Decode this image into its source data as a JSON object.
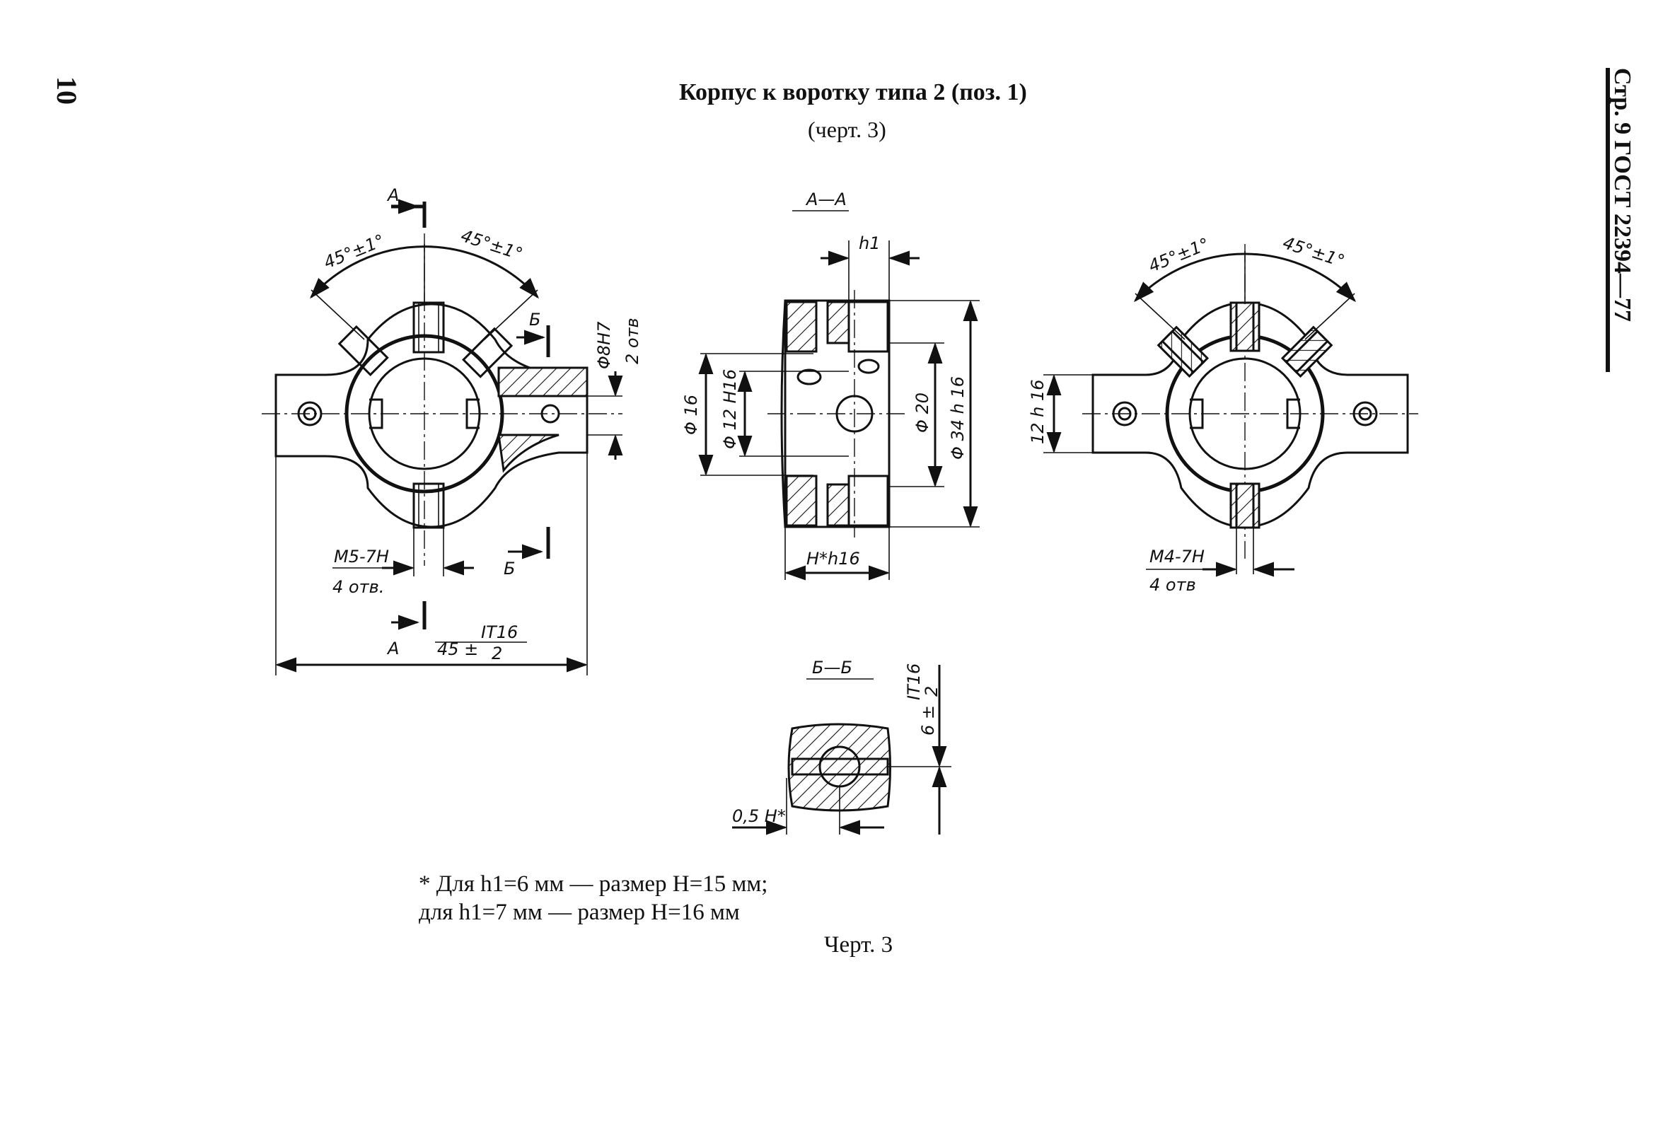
{
  "page": {
    "number": "10",
    "title": "Корпус  к воротку типа 2 (поз. 1)",
    "subtitle": "(черт. 3)",
    "side_header": "Стр. 9 ГОСТ 22394—77"
  },
  "labels": {
    "section_a": "А",
    "section_b": "Б",
    "section_aa": "А—А",
    "section_bb": "Б—Б",
    "angle": "45°±1°",
    "hole_d8": "Φ8Н7",
    "holes_2": "2 отв",
    "thread_m5": "М5-7Н",
    "holes_4a": "4 отв.",
    "width_45": "45 ±",
    "it16": "IТ16",
    "div2": "2",
    "h1": "h1",
    "d16": "Φ 16",
    "d12": "Φ 12 Н16",
    "d20": "Φ 20",
    "d34": "Φ 34 h 16",
    "h_h16": "Н*h16",
    "dim_12h16": "12 h 16",
    "thread_m4": "М4-7Н",
    "holes_4b": "4 отв",
    "half_h": "0,5 Н*",
    "dim_6": "6 ±"
  },
  "notes": {
    "line1": "* Для h1=6 мм — размер H=15 мм;",
    "line2": "для h1=7 мм — размер H=16 мм"
  },
  "caption": "Черт. 3"
}
